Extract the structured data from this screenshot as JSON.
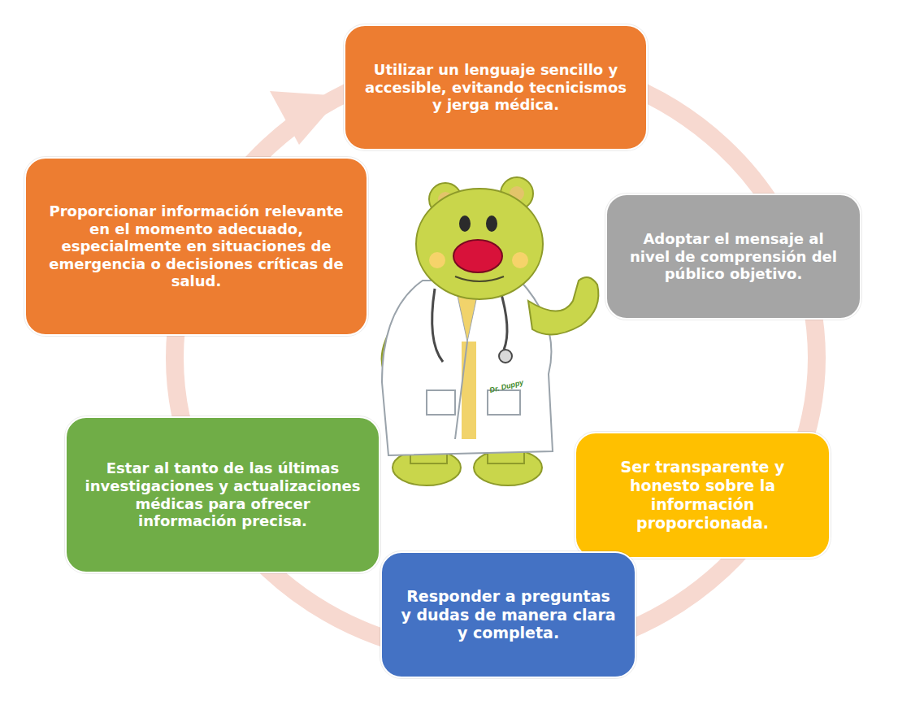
{
  "diagram": {
    "nodes": [
      {
        "text": [
          "Utilizar un lenguaje sencillo y accesible, evitando tecnicismos y jerga médica."
        ]
      },
      {
        "text": [
          "Adoptar el mensaje al nivel de comprensión del público objetivo."
        ]
      },
      {
        "text": [
          "Ser transparente y honesto sobre la información proporcionada."
        ]
      },
      {
        "text": [
          "Responder a preguntas y dudas de manera clara y completa."
        ]
      },
      {
        "text": [
          "Estar al tanto de las últimas investigaciones y actualizaciones médicas para ofrecer información precisa."
        ]
      },
      {
        "text": [
          "Proporcionar información relevante en el momento adecuado, especialmente en situaciones de emergencia o decisiones críticas de salud."
        ]
      }
    ],
    "labels": [
      "Dr. Duppy"
    ]
  }
}
